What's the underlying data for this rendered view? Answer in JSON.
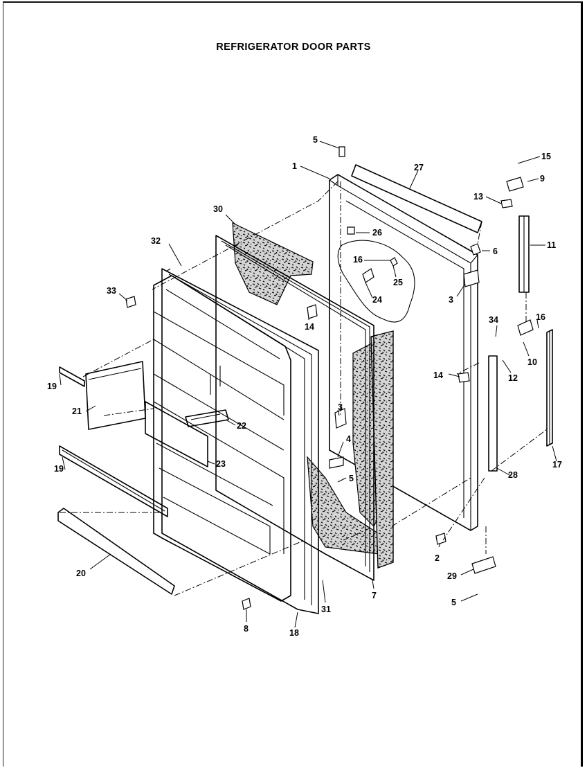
{
  "title": "REFRIGERATOR DOOR PARTS",
  "parts": [
    {
      "id": "p1",
      "num": "1"
    },
    {
      "id": "p2",
      "num": "2"
    },
    {
      "id": "p3a",
      "num": "3"
    },
    {
      "id": "p3b",
      "num": "3"
    },
    {
      "id": "p4",
      "num": "4"
    },
    {
      "id": "p5a",
      "num": "5"
    },
    {
      "id": "p5b",
      "num": "5"
    },
    {
      "id": "p5c",
      "num": "5"
    },
    {
      "id": "p6",
      "num": "6"
    },
    {
      "id": "p7",
      "num": "7"
    },
    {
      "id": "p8",
      "num": "8"
    },
    {
      "id": "p9",
      "num": "9"
    },
    {
      "id": "p10",
      "num": "10"
    },
    {
      "id": "p11",
      "num": "11"
    },
    {
      "id": "p12",
      "num": "12"
    },
    {
      "id": "p13",
      "num": "13"
    },
    {
      "id": "p14a",
      "num": "14"
    },
    {
      "id": "p14b",
      "num": "14"
    },
    {
      "id": "p15",
      "num": "15"
    },
    {
      "id": "p16a",
      "num": "16"
    },
    {
      "id": "p16b",
      "num": "16"
    },
    {
      "id": "p17",
      "num": "17"
    },
    {
      "id": "p18",
      "num": "18"
    },
    {
      "id": "p19a",
      "num": "19"
    },
    {
      "id": "p19b",
      "num": "19"
    },
    {
      "id": "p20",
      "num": "20"
    },
    {
      "id": "p21",
      "num": "21"
    },
    {
      "id": "p22",
      "num": "22"
    },
    {
      "id": "p23",
      "num": "23"
    },
    {
      "id": "p24",
      "num": "24"
    },
    {
      "id": "p25",
      "num": "25"
    },
    {
      "id": "p26",
      "num": "26"
    },
    {
      "id": "p27",
      "num": "27"
    },
    {
      "id": "p28",
      "num": "28"
    },
    {
      "id": "p29",
      "num": "29"
    },
    {
      "id": "p30",
      "num": "30"
    },
    {
      "id": "p31",
      "num": "31"
    },
    {
      "id": "p32",
      "num": "32"
    },
    {
      "id": "p33",
      "num": "33"
    },
    {
      "id": "p34",
      "num": "34"
    }
  ]
}
